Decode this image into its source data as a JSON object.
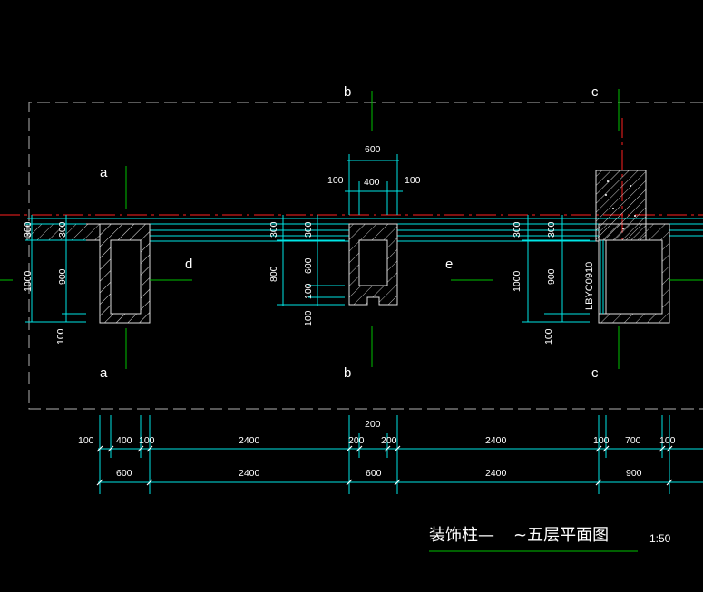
{
  "grid_labels": {
    "a_top": "a",
    "a_bottom": "a",
    "b_top": "b",
    "b_bottom": "b",
    "c_top": "c",
    "c_bottom": "c",
    "d": "d",
    "e": "e"
  },
  "title": {
    "part1": "装饰柱—",
    "part2": "~五层平面图",
    "scale": "1:50"
  },
  "tag": "LBYC0910",
  "dims": {
    "mid_top_600": "600",
    "mid_100_left": "100",
    "mid_400": "400",
    "mid_100_right": "100",
    "left_300_outer": "300",
    "left_300_inner": "300",
    "left_1000": "1000",
    "left_900": "900",
    "left_100": "100",
    "mid_300": "300",
    "mid_300b": "300",
    "mid_800": "800",
    "mid_600": "600",
    "mid_100a": "100",
    "mid_100b": "100",
    "right_300": "300",
    "right_300b": "300",
    "right_1000": "1000",
    "right_900": "900",
    "right_100": "100",
    "row1": [
      "100",
      "400",
      "100",
      "2400",
      "200",
      "200",
      "2400",
      "100",
      "700",
      "100"
    ],
    "row1_top_200": "200",
    "row2": [
      "600",
      "2400",
      "600",
      "2400",
      "900"
    ]
  },
  "colors": {
    "background": "#000000",
    "cyan": "#00e5e5",
    "green": "#00c000",
    "red": "#ff0000",
    "white": "#ffffff",
    "grey": "#a0a0a0"
  }
}
